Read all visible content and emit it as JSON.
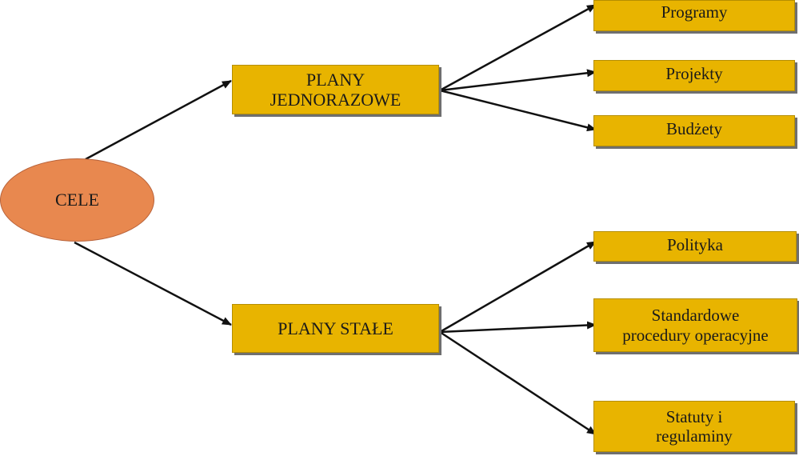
{
  "root": {
    "label": "CELE"
  },
  "plans_single": {
    "line1": "PLANY",
    "line2": "JEDNORAZOWE"
  },
  "plans_standing": {
    "label": "PLANY STAŁE"
  },
  "single_children": {
    "programs": "Programy",
    "projects": "Projekty",
    "budgets": "Budżety"
  },
  "standing_children": {
    "policy": "Polityka",
    "procedures_line1": "Standardowe",
    "procedures_line2": "procedury operacyjne",
    "statutes_line1": "Statuty i",
    "statutes_line2": "regulaminy"
  },
  "colors": {
    "box_fill": "#e8b400",
    "ellipse_fill": "#e8884f",
    "arrow": "#111111"
  }
}
